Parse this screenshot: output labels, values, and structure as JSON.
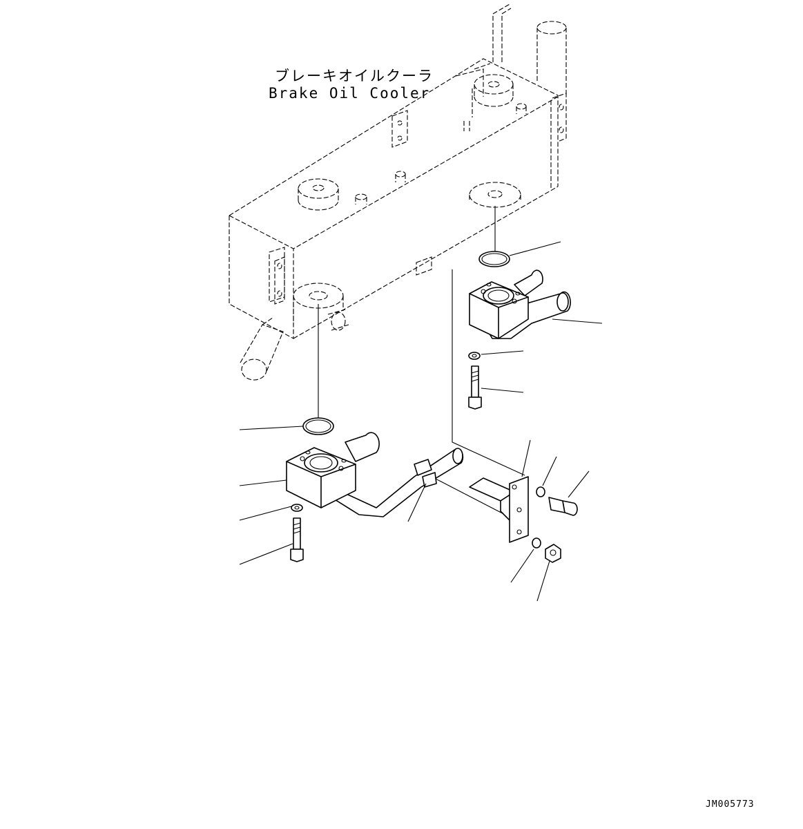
{
  "title_jp": "ブレーキオイルクーラ",
  "title_en": "Brake Oil Cooler",
  "drawing_code": "JM005773"
}
